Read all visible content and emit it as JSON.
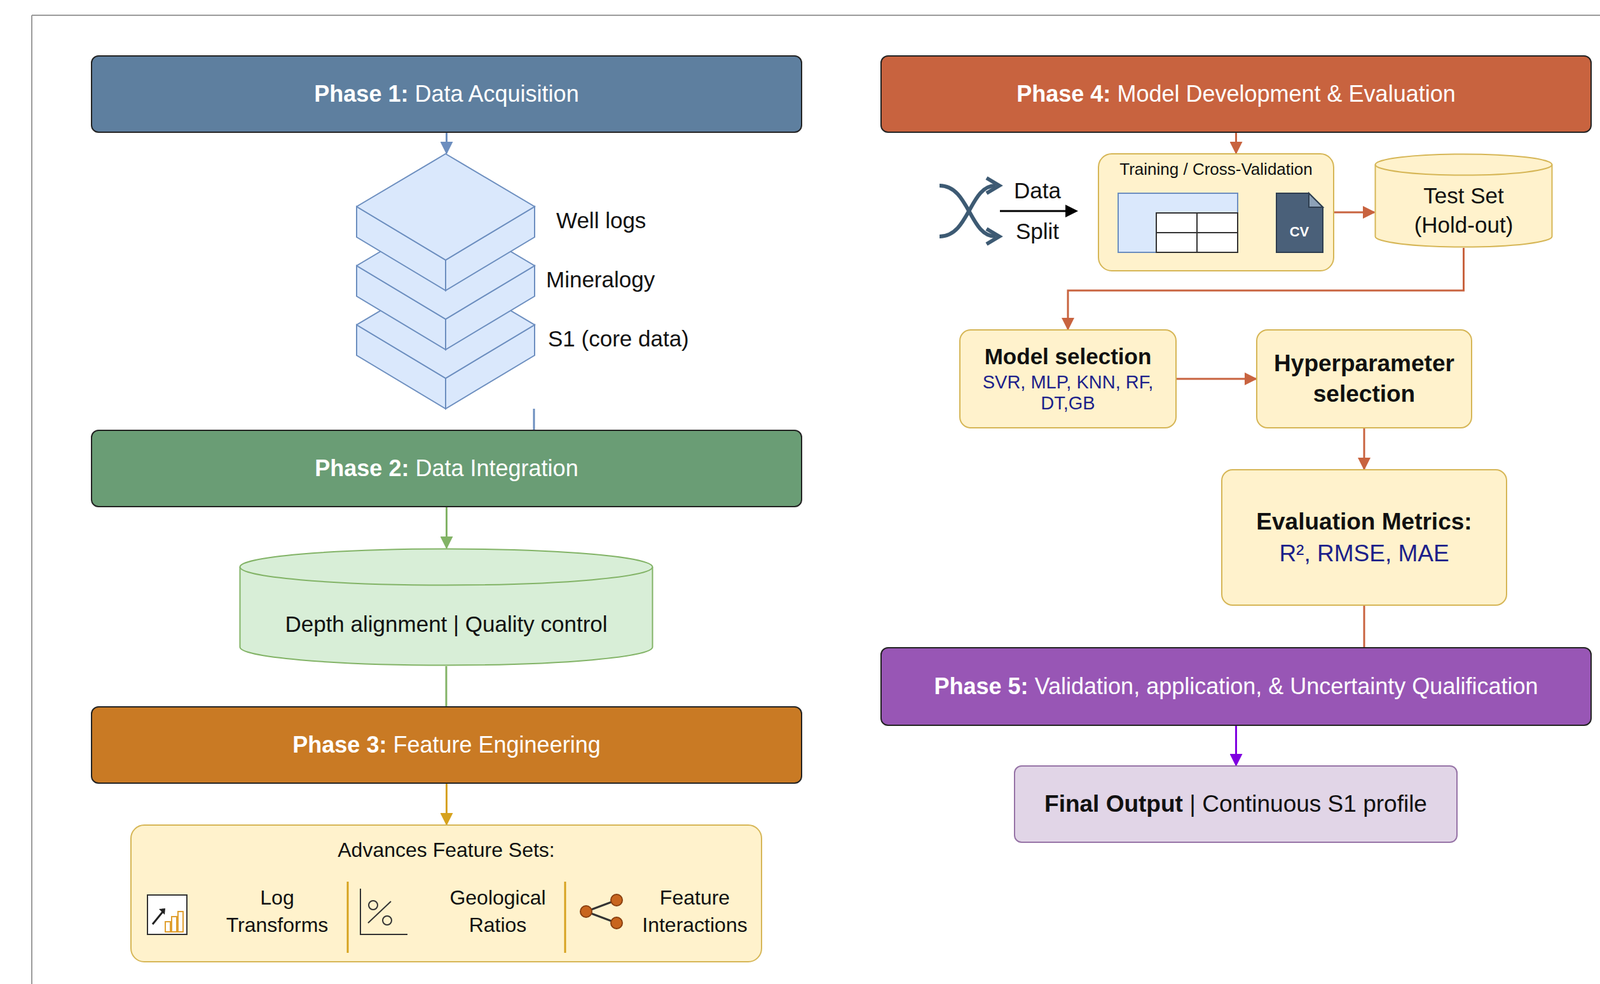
{
  "diagram": {
    "nodes": [
      {
        "text": [
          "Phase 1:",
          "Data Acquisition"
        ]
      },
      {
        "text": [
          "Well logs"
        ]
      },
      {
        "text": [
          "Mineralogy"
        ]
      },
      {
        "text": [
          "S1 (core data)"
        ]
      },
      {
        "text": [
          "Phase 2:",
          "Data Integration"
        ]
      },
      {
        "text": [
          "Depth alignment | Quality control"
        ]
      },
      {
        "text": [
          "Phase 3:",
          "Feature Engineering"
        ]
      },
      {
        "text": [
          "Advances Feature Sets:"
        ]
      },
      {
        "text": [
          "Log Transforms"
        ],
        "in": 7
      },
      {
        "text": [
          "Geological Ratios"
        ],
        "in": 7
      },
      {
        "text": [
          "Feature Interactions"
        ],
        "in": 7
      },
      {
        "text": [
          "Phase 4:",
          "Model Development & Evaluation"
        ]
      },
      {
        "text": [
          "Training / Cross-Validation"
        ]
      },
      {
        "text": [
          "Test Set (Hold-out)"
        ]
      },
      {
        "text": [
          "Model selection",
          "SVR, MLP, KNN, RF, DT,GB"
        ]
      },
      {
        "text": [
          "Hyperparameter selection"
        ]
      },
      {
        "text": [
          "Evaluation Metrics:",
          "R², RMSE, MAE"
        ]
      },
      {
        "text": [
          "Phase 5:",
          "Validation, application, & Uncertainty Qualification"
        ]
      },
      {
        "text": [
          "Final Output",
          "| Continuous S1 profile"
        ]
      }
    ],
    "edges": [
      {
        "from": 0,
        "to": 1,
        "arrow": "to"
      },
      {
        "from": 3,
        "to": 4,
        "arrow": "none"
      },
      {
        "from": 4,
        "to": 5,
        "arrow": "to"
      },
      {
        "from": 5,
        "to": 6,
        "arrow": "none"
      },
      {
        "from": 6,
        "to": 7,
        "arrow": "to"
      },
      {
        "from": 11,
        "to": 12,
        "arrow": "to"
      },
      {
        "from": 12,
        "to": 13,
        "arrow": "to"
      },
      {
        "from": 13,
        "to": 14,
        "arrow": "to"
      },
      {
        "from": 14,
        "to": 15,
        "arrow": "to"
      },
      {
        "from": 15,
        "to": 16,
        "arrow": "to"
      },
      {
        "from": 16,
        "to": 17,
        "arrow": "none"
      },
      {
        "from": 17,
        "to": 18,
        "arrow": "to"
      }
    ],
    "labels": [
      "Data",
      "Split",
      "CV"
    ]
  }
}
